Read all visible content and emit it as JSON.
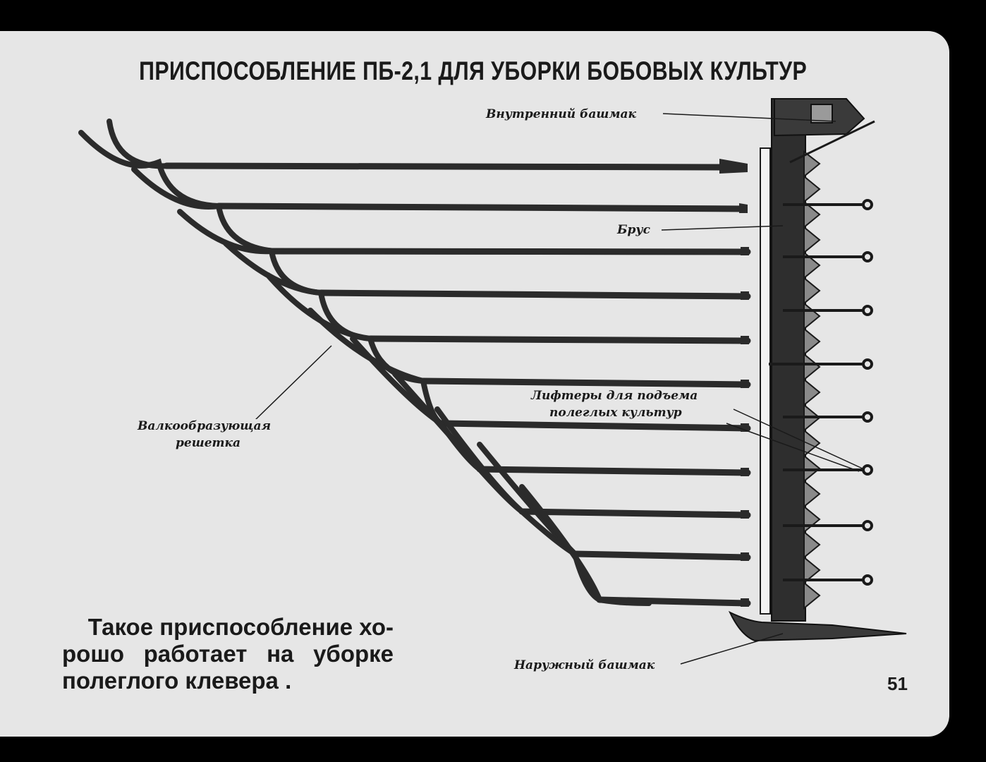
{
  "title": "ПРИСПОСОБЛЕНИЕ ПБ-2,1 ДЛЯ УБОРКИ БОБОВЫХ КУЛЬТУР",
  "labels": {
    "inner_shoe": "Внутренний башмак",
    "beam": "Брус",
    "lifters_line1": "Лифтеры для подъема",
    "lifters_line2": "полеглых культур",
    "grate_line1": "Валкообразующая",
    "grate_line2": "решетка",
    "outer_shoe": "Наружный башмак"
  },
  "caption": {
    "line1": "Такое приспособление хо-",
    "line2": "рошо работает на уборке",
    "line3": "полеглого клевера ."
  },
  "page_number": "51",
  "colors": {
    "background": "#e6e6e6",
    "ink": "#1a1a1a",
    "rod": "#2b2b2b",
    "frame": "#000000"
  }
}
